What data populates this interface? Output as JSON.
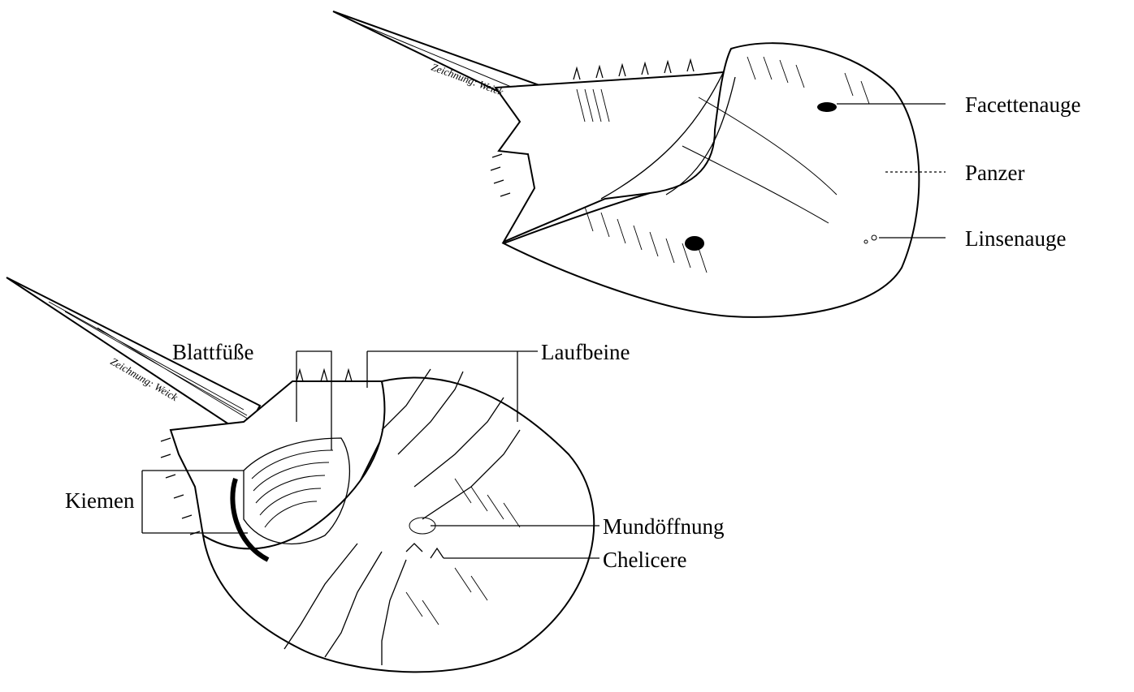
{
  "title": "",
  "top_view": {
    "credit": "Zeichnung: Weick",
    "labels": {
      "facettenauge": "Facettenauge",
      "panzer": "Panzer",
      "linsenauge": "Linsenauge"
    }
  },
  "bottom_view": {
    "credit": "Zeichnung: Weick",
    "labels": {
      "blattfuesse": "Blattfüße",
      "laufbeine": "Laufbeine",
      "kiemen": "Kiemen",
      "mundoeffnung": "Mundöffnung",
      "chelicere": "Chelicere"
    }
  }
}
